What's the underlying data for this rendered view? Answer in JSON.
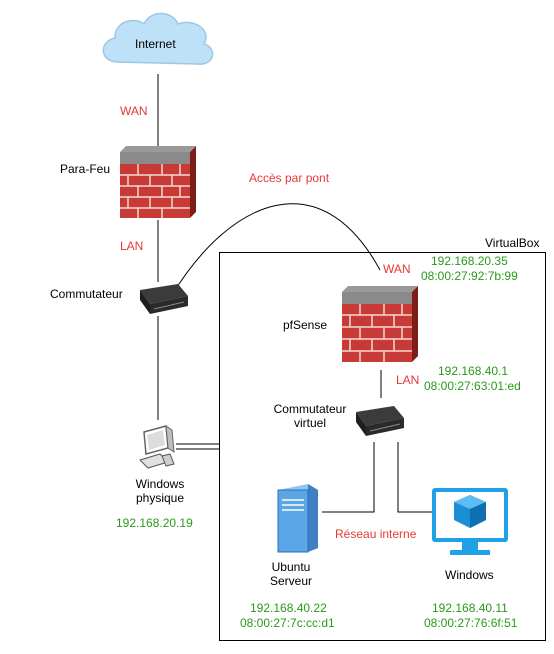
{
  "nodes": {
    "internet": {
      "label": "Internet"
    },
    "firewall": {
      "label": "Para-Feu"
    },
    "switch": {
      "label": "Commutateur"
    },
    "windows_physical": {
      "label": "Windows\nphysique",
      "ip": "192.168.20.19"
    },
    "virtualbox": {
      "label": "VirtualBox"
    },
    "pfsense": {
      "label": "pfSense",
      "wan_ip": "192.168.20.35",
      "wan_mac": "08:00:27:92:7b:99",
      "lan_ip": "192.168.40.1",
      "lan_mac": "08:00:27:63:01:ed"
    },
    "virtual_switch": {
      "label": "Commutateur\nvirtuel"
    },
    "ubuntu": {
      "label": "Ubuntu\nServeur",
      "ip": "192.168.40.22",
      "mac": "08:00:27:7c:cc:d1"
    },
    "windows_vm": {
      "label": "Windows",
      "ip": "192.168.40.11",
      "mac": "08:00:27:76:6f:51"
    }
  },
  "links": {
    "wan_top": "WAN",
    "lan_top": "LAN",
    "bridge": "Accès par pont",
    "wan_pf": "WAN",
    "lan_pf": "LAN",
    "internal": "Réseau interne"
  },
  "colors": {
    "label_red": "#e53935",
    "address_green": "#2a9a1a",
    "cloud": "#bfe1f7",
    "brick": "#c83a35",
    "monitor_blue": "#1ea1e6"
  }
}
